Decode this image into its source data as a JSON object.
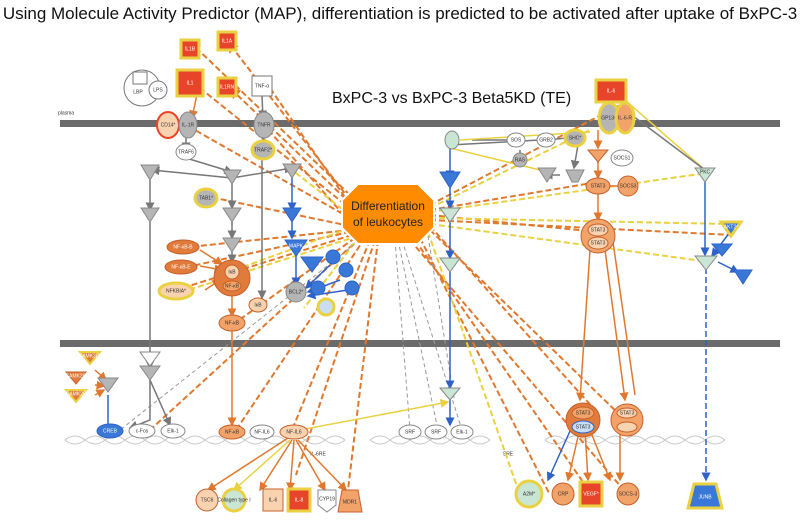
{
  "title": "Using Molecule Activity Predictor (MAP), differentiation is predicted to be activated after uptake of BxPC-3",
  "subtitle": "BxPC-3 vs BxPC-3 Beta5KD (TE)",
  "hub": {
    "line1": "Differentiation",
    "line2": "of leukocytes"
  },
  "membrane_labels": {
    "upper": "plasma",
    "left_dna": "IL-6RE",
    "right_dna": "SRE"
  },
  "colors": {
    "activated_dark": "#e8442a",
    "activated": "#f2a36a",
    "activated_light": "#f9d2b0",
    "inhibited": "#3a78d8",
    "inhibited_light": "#c9ddf5",
    "neutral": "#b5b5b5",
    "membrane": "#6b6b6b",
    "edge_orange": "#e0782e",
    "edge_yellow": "#ead142",
    "edge_blue": "#2e62c8",
    "edge_gray": "#777777",
    "hub": "#ff8c00"
  },
  "nodes": {
    "il1b": "IL1B",
    "il1a": "IL1A",
    "il1rn": "IL1RN",
    "il1": "IL1",
    "lbp": "LBP",
    "lps": "LPS",
    "tnfa": "TNF-α",
    "cd14": "CD14*",
    "il1r": "IL-1R",
    "tnfr": "TNFR",
    "traf6": "TRAF6",
    "traf2": "TRAF2*",
    "tab1": "TAB1*",
    "nfkb1": "NF-κB-B",
    "nfkb2": "NF-κB-E",
    "nfkbia": "NFKBIA*",
    "ikb": "IκB",
    "nfkb": "NF-κB",
    "ikb2": "IκB",
    "nfkb_nuc": "NF-κB",
    "bcl": "BCL2*",
    "mapk": "MAPK",
    "sos": "SOS",
    "grb2": "GRB2",
    "shc": "SHC*",
    "ras": "RAS",
    "socs1": "SOCS1",
    "gp130": "GP130",
    "il6r": "IL-6-R",
    "il6": "IL-6",
    "stat3a": "STAT3",
    "stat3b": "STAT3",
    "stat3c": "STAT3",
    "socs3": "SOCS3",
    "pkc": "PKC",
    "akt2": "AKT2*",
    "camk": "CAMK2D*",
    "camk2": "CAMK2G",
    "camk3": "CAMK2B",
    "cfos": "c-Fos",
    "elk1": "Elk-1",
    "cfos_w": "CREB",
    "nfil6": "NF-IL6",
    "srf": "SRF",
    "srf2": "SRF",
    "elk": "Elk-1",
    "stat3d": "STAT3",
    "stat3e": "STAT3",
    "stat3f": "STAT3",
    "tsc": "TSC6",
    "col": "Collagen type I",
    "il6t": "IL-6",
    "il8": "IL-8",
    "cyp": "CYP19",
    "mdr": "MDR1",
    "a2m": "A2M*",
    "crp": "CRP",
    "vegf": "VEGF*",
    "socs3b": "SOCS-3",
    "jun": "JUNB"
  }
}
